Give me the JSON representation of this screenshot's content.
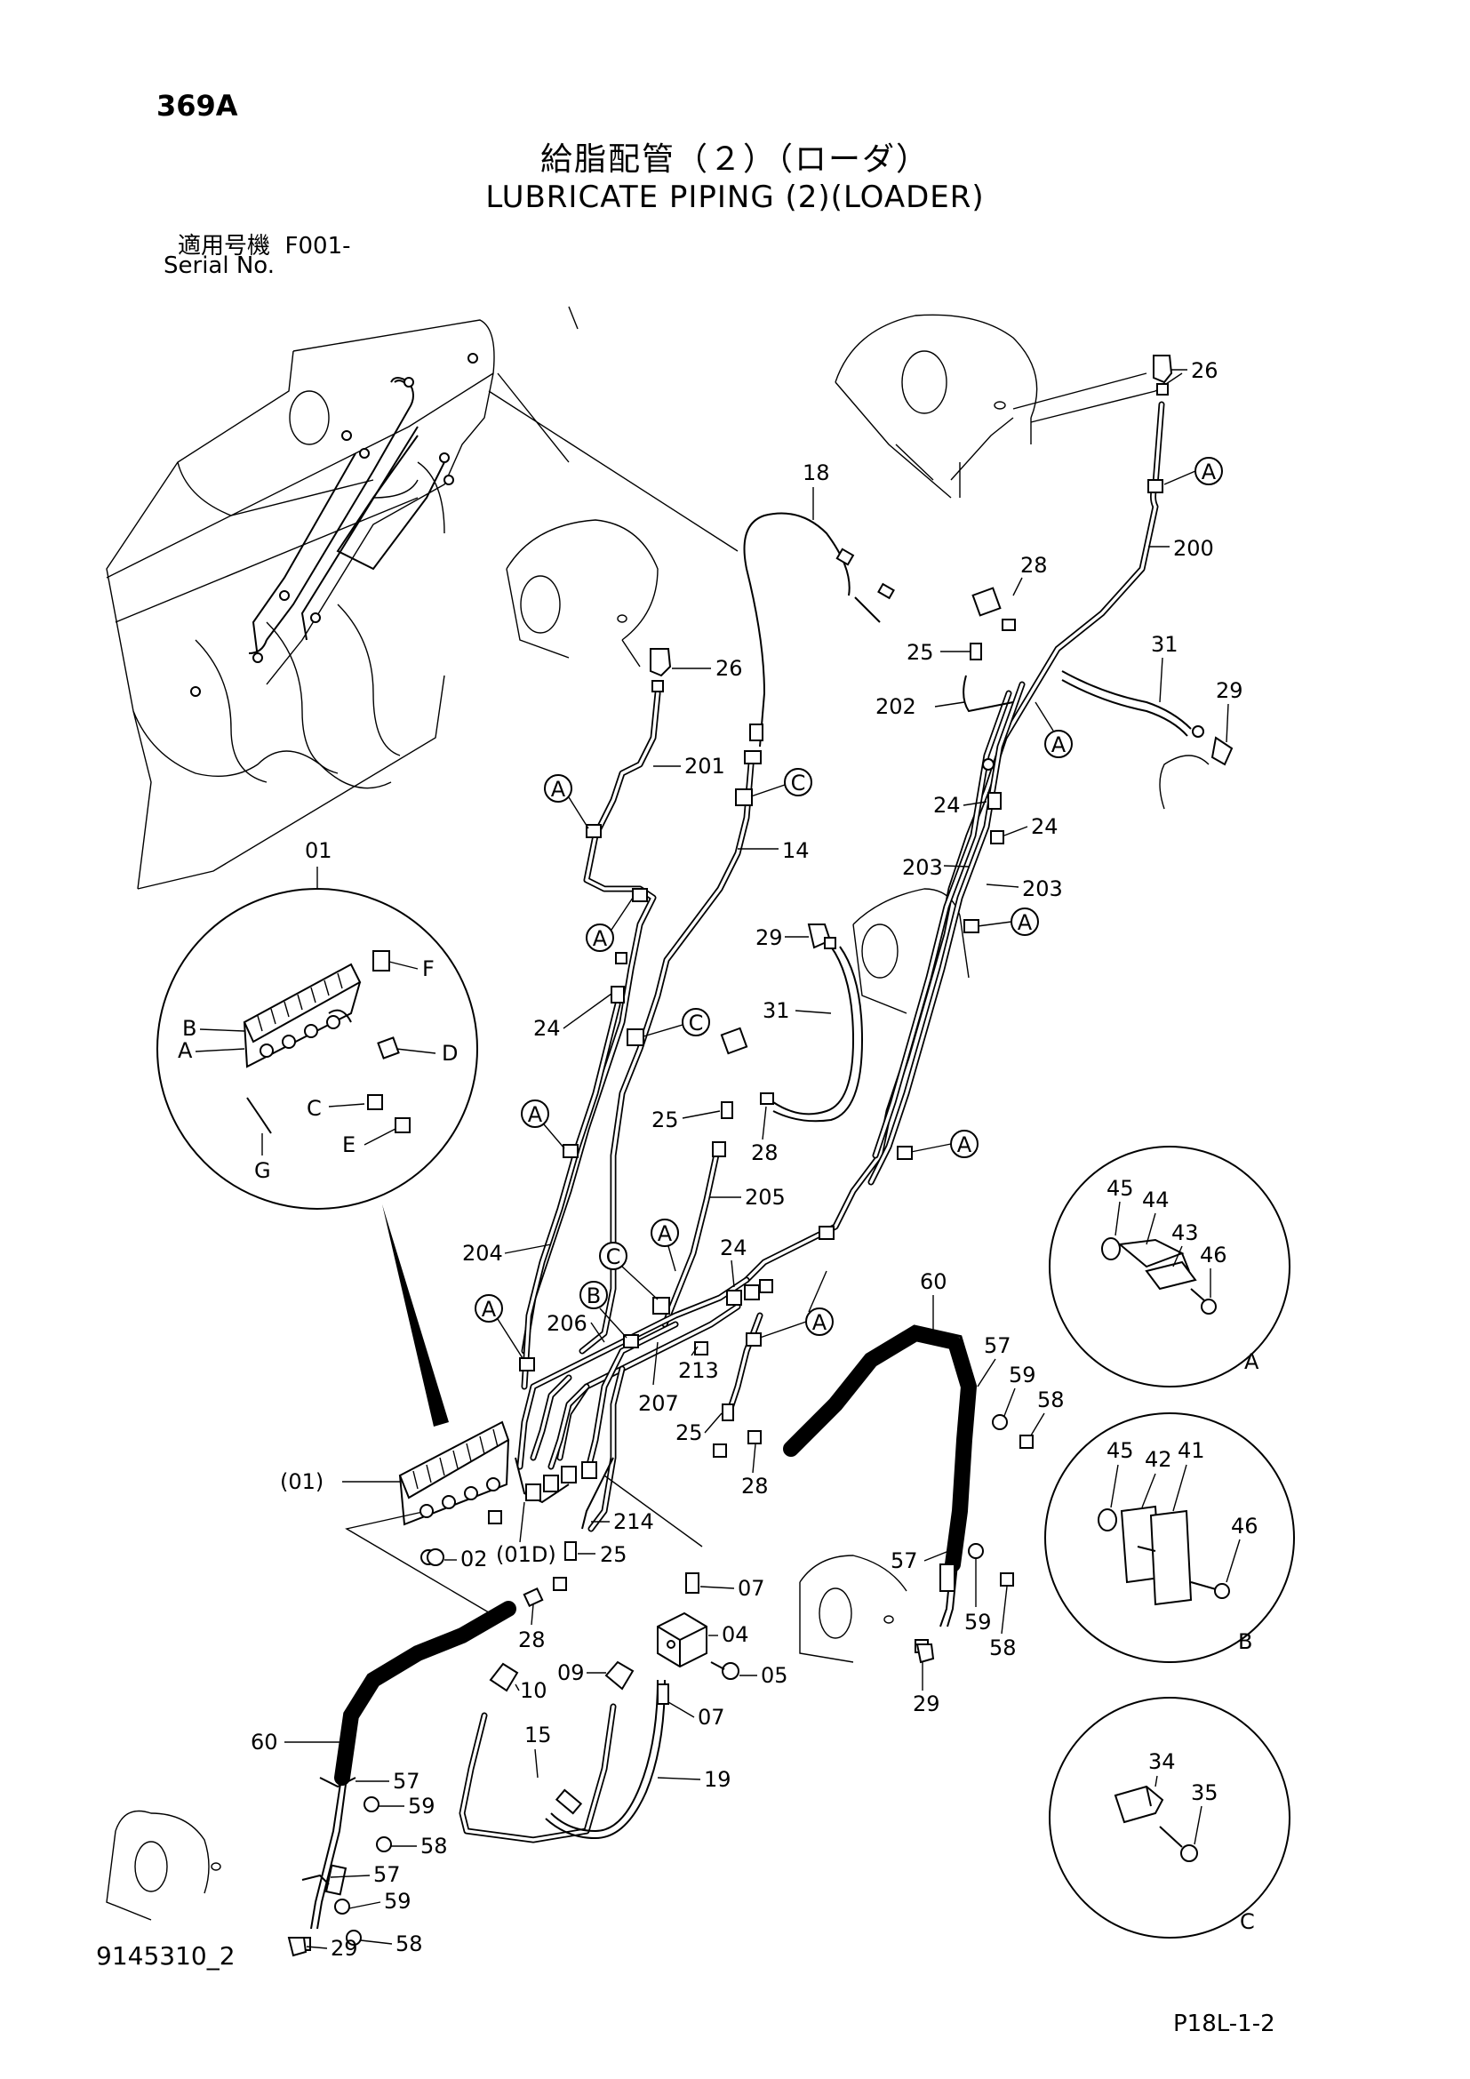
{
  "header": {
    "page_number": "369A",
    "title_jp": "給脂配管（２）（ローダ）",
    "title_en": "LUBRICATE PIPING (2)(LOADER)",
    "serial_label_jp": "適用号機",
    "serial_value": "F001-",
    "serial_label_en": "Serial No."
  },
  "footer": {
    "drawing_number": "9145310_2",
    "page_code": "P18L-1-2"
  },
  "detail_labels": {
    "a": "A",
    "b": "B",
    "c": "C"
  },
  "part_callouts": {
    "p01": "01",
    "p01_paren": "(01)",
    "p01d": "(01D)",
    "p02": "02",
    "p04": "04",
    "p05": "05",
    "p07": "07",
    "p09": "09",
    "p10": "10",
    "p14": "14",
    "p15": "15",
    "p18": "18",
    "p19": "19",
    "p24": "24",
    "p25": "25",
    "p26": "26",
    "p28": "28",
    "p29": "29",
    "p31": "31",
    "p34": "34",
    "p35": "35",
    "p41": "41",
    "p42": "42",
    "p43": "43",
    "p44": "44",
    "p45": "45",
    "p46": "46",
    "p57": "57",
    "p58": "58",
    "p59": "59",
    "p60": "60",
    "p200": "200",
    "p201": "201",
    "p202": "202",
    "p203": "203",
    "p204": "204",
    "p205": "205",
    "p206": "206",
    "p207": "207",
    "p213": "213",
    "p214": "214"
  },
  "inset_labels": {
    "a": "A",
    "b": "B",
    "c": "C",
    "d": "D",
    "e": "E",
    "f": "F",
    "g": "G"
  }
}
